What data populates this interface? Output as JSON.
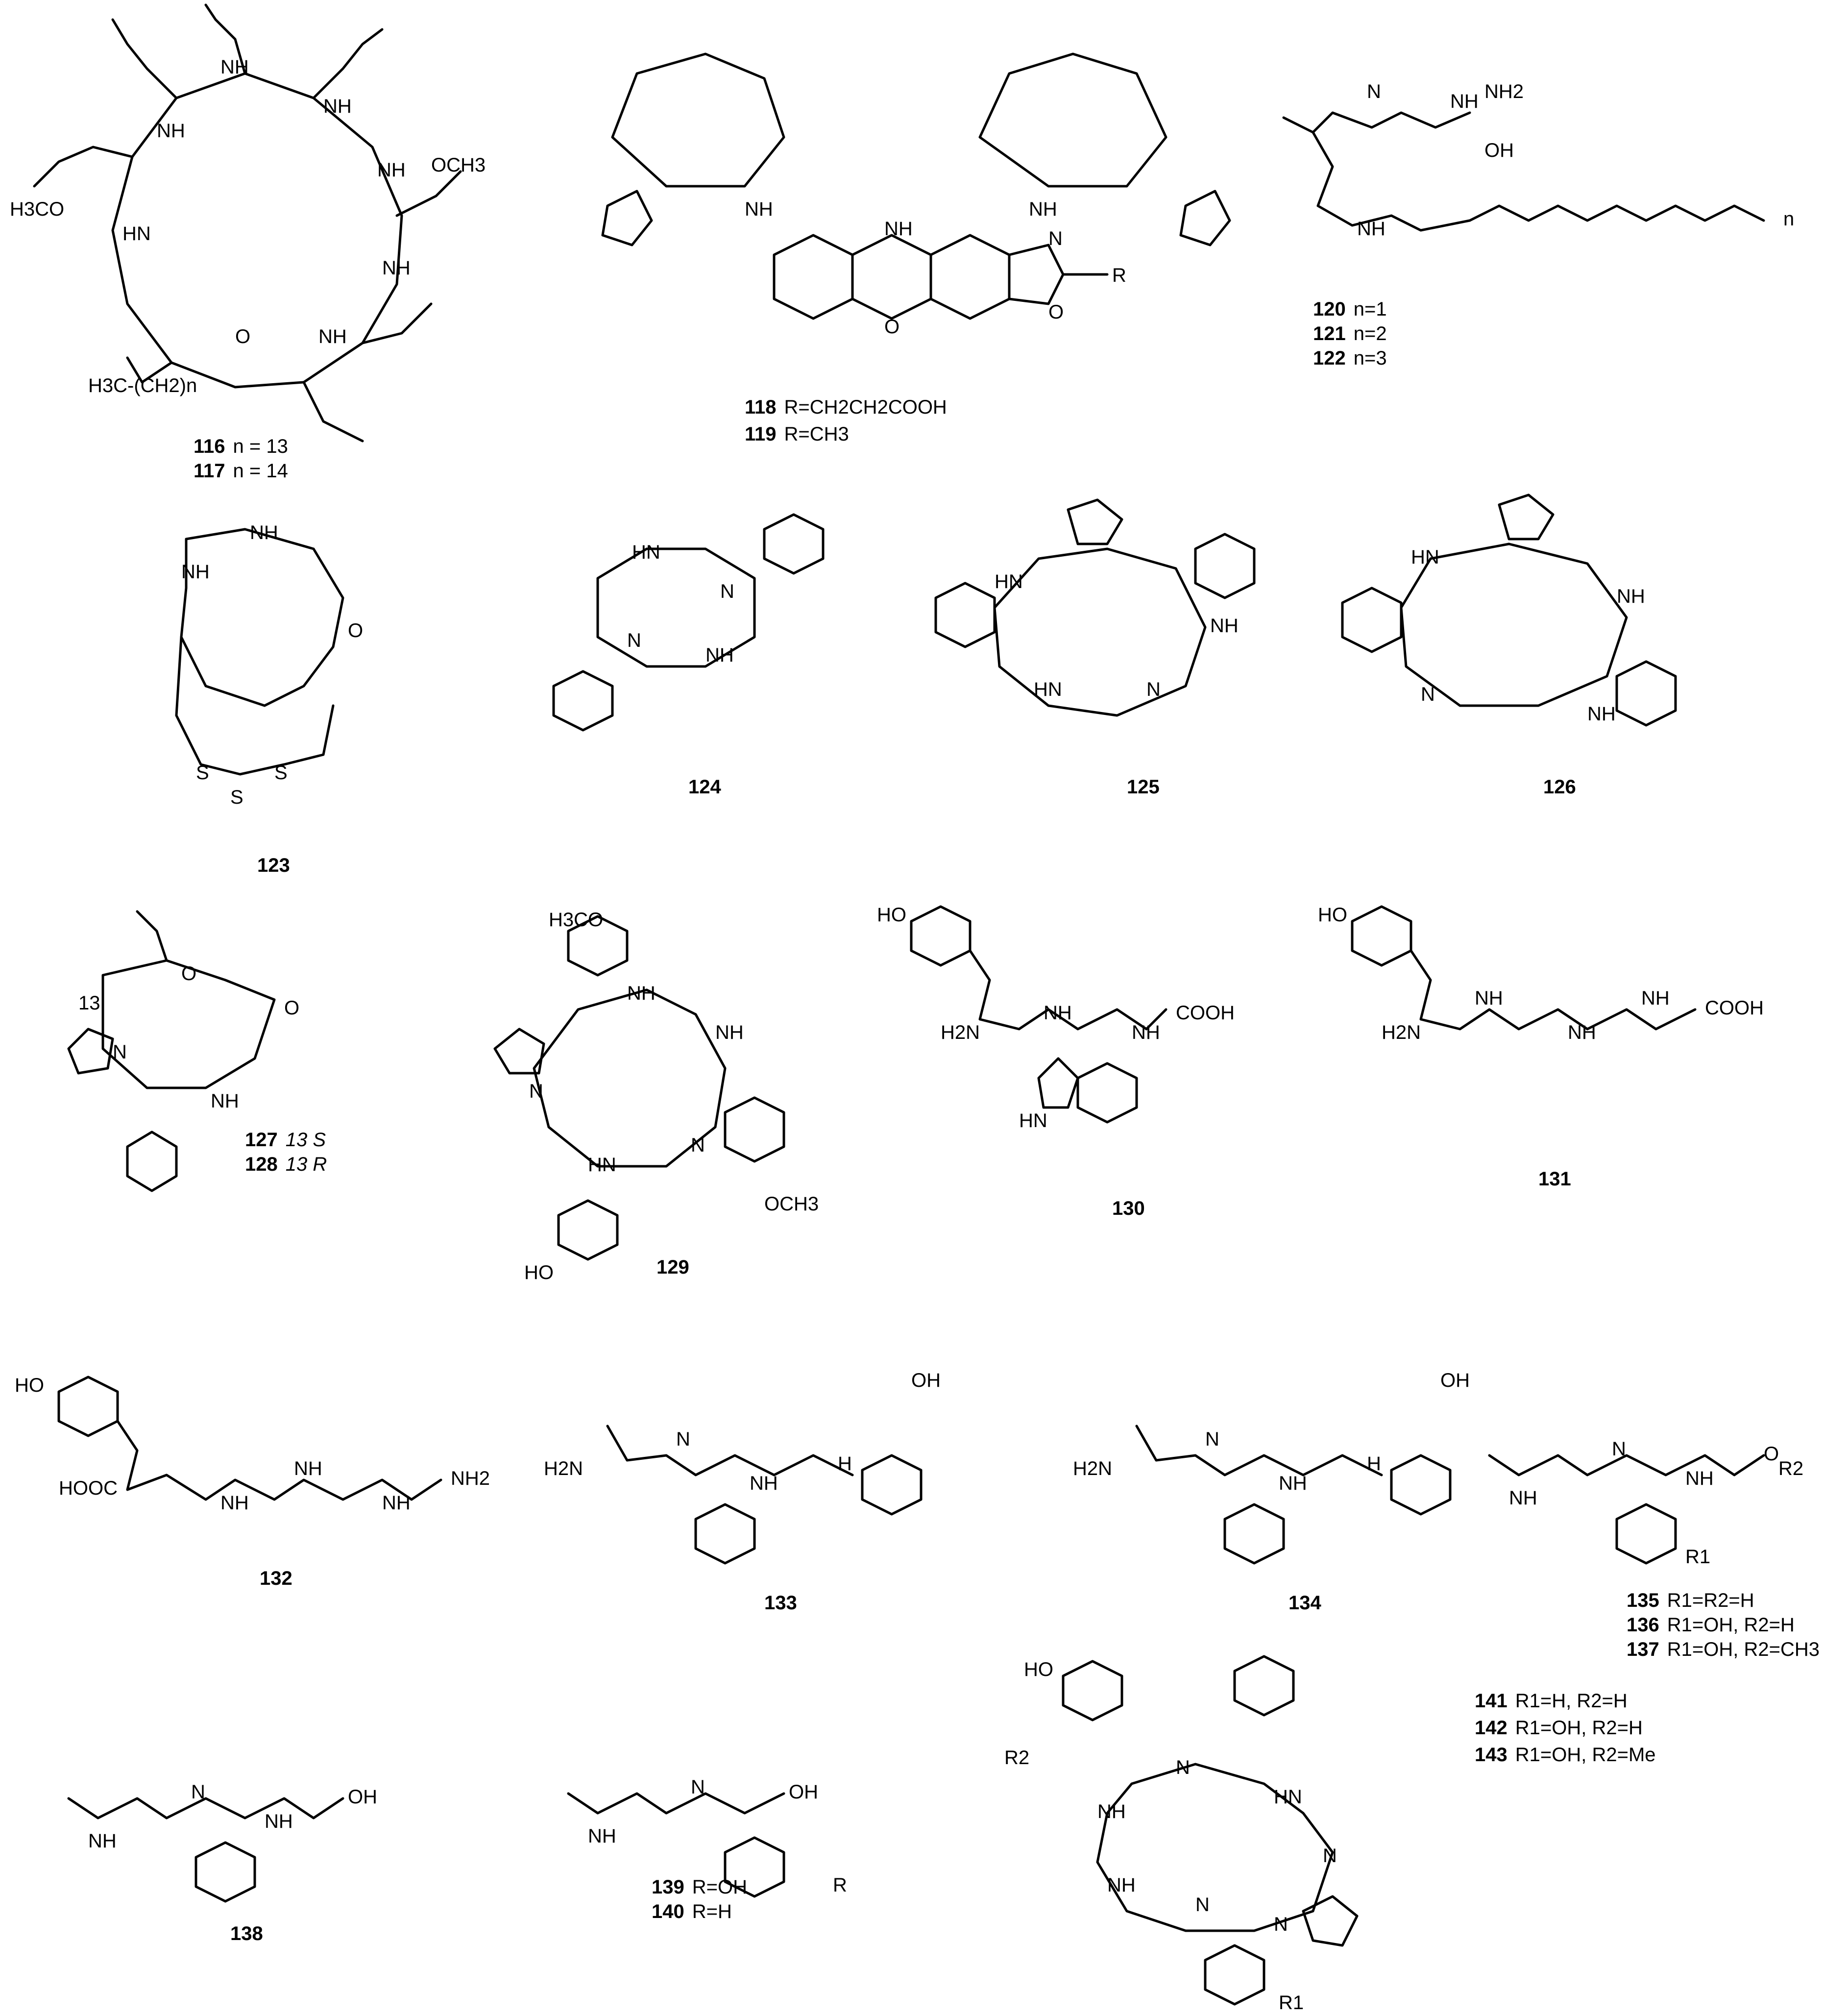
{
  "compounds": {
    "c116": {
      "num": "116",
      "detail": "n = 13"
    },
    "c117": {
      "num": "117",
      "detail": "n = 14"
    },
    "c118": {
      "num": "118",
      "detail": "R=CH2CH2COOH"
    },
    "c119": {
      "num": "119",
      "detail": "R=CH3"
    },
    "c120": {
      "num": "120",
      "detail": "n=1"
    },
    "c121": {
      "num": "121",
      "detail": "n=2"
    },
    "c122": {
      "num": "122",
      "detail": "n=3"
    },
    "c123": {
      "num": "123"
    },
    "c124": {
      "num": "124"
    },
    "c125": {
      "num": "125"
    },
    "c126": {
      "num": "126"
    },
    "c127": {
      "num": "127",
      "detail": "13 S"
    },
    "c128": {
      "num": "128",
      "detail": "13 R"
    },
    "c129": {
      "num": "129"
    },
    "c130": {
      "num": "130"
    },
    "c131": {
      "num": "131"
    },
    "c132": {
      "num": "132"
    },
    "c133": {
      "num": "133"
    },
    "c134": {
      "num": "134"
    },
    "c135": {
      "num": "135",
      "detail": "R1=R2=H"
    },
    "c136": {
      "num": "136",
      "detail": "R1=OH, R2=H"
    },
    "c137": {
      "num": "137",
      "detail": "R1=OH, R2=CH3"
    },
    "c138": {
      "num": "138"
    },
    "c139": {
      "num": "139",
      "detail": "R=OH"
    },
    "c140": {
      "num": "140",
      "detail": "R=H"
    },
    "c141": {
      "num": "141",
      "detail": "R1=H,    R2=H"
    },
    "c142": {
      "num": "142",
      "detail": "R1=OH, R2=H"
    },
    "c143": {
      "num": "143",
      "detail": "R1=OH, R2=Me"
    }
  },
  "atoms": {
    "nh": "NH",
    "hn": "HN",
    "n": "N",
    "o": "O",
    "h": "H",
    "s": "S",
    "r": "R",
    "oh": "OH",
    "ho": "HO",
    "nh2": "NH2",
    "h2n": "H2N",
    "cooh": "COOH",
    "hooc": "HOOC",
    "och3": "OCH3",
    "h3co": "H3CO",
    "h3c_ch2n": "H3C-(CH2)n",
    "r1": "R1",
    "r2": "R2",
    "n_sub": "n",
    "c13": "13"
  }
}
